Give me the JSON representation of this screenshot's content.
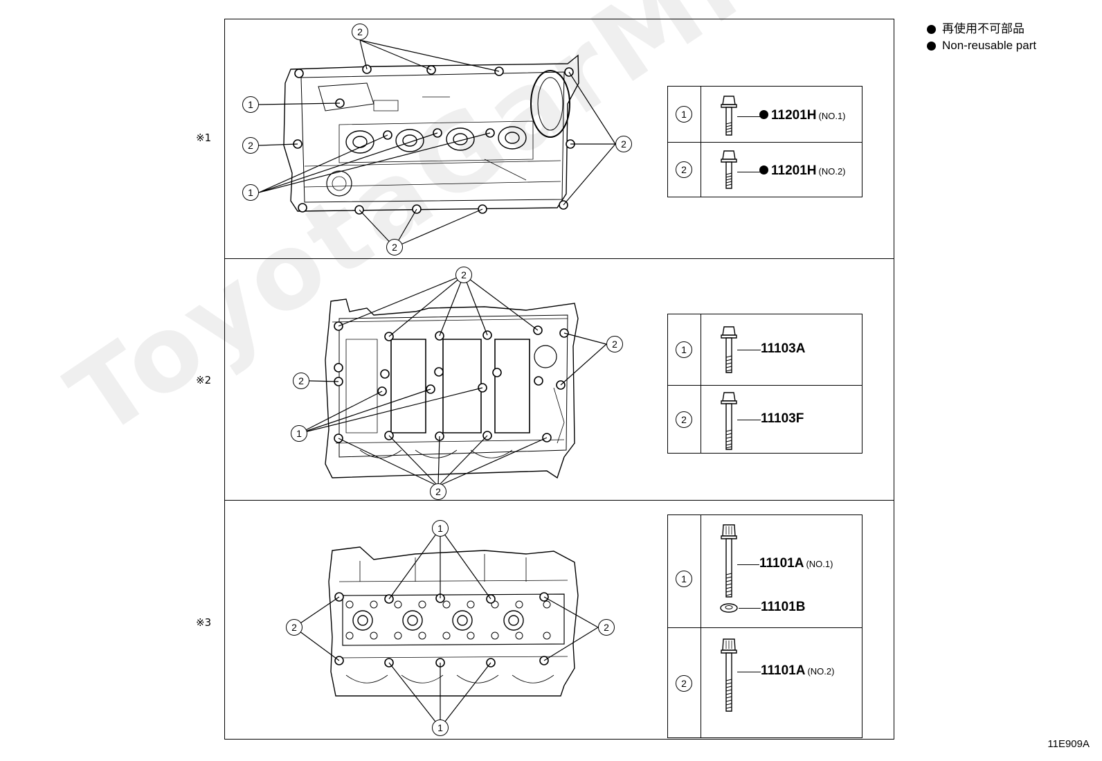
{
  "legend": {
    "line_jp": "再使用不可部品",
    "line_en": "Non-reusable part"
  },
  "part_number": "11E909A",
  "watermark": "ToyotaGarMine.ru",
  "sections": [
    {
      "marker": "※1",
      "rows": [
        {
          "num": "1",
          "code": "11201H",
          "suffix": "(NO.1)",
          "non_reusable": true
        },
        {
          "num": "2",
          "code": "11201H",
          "suffix": "(NO.2)",
          "non_reusable": true
        }
      ],
      "callouts": {
        "a": "1",
        "b": "2"
      }
    },
    {
      "marker": "※2",
      "rows": [
        {
          "num": "1",
          "code": "11103A",
          "suffix": "",
          "non_reusable": false
        },
        {
          "num": "2",
          "code": "11103F",
          "suffix": "",
          "non_reusable": false
        }
      ],
      "callouts": {
        "a": "1",
        "b": "2"
      }
    },
    {
      "marker": "※3",
      "rows": [
        {
          "num": "1",
          "code": "11101A",
          "suffix": "(NO.1)",
          "non_reusable": false,
          "extra_code": "11101B"
        },
        {
          "num": "2",
          "code": "11101A",
          "suffix": "(NO.2)",
          "non_reusable": false
        }
      ],
      "callouts": {
        "a": "1",
        "b": "2"
      }
    }
  ]
}
